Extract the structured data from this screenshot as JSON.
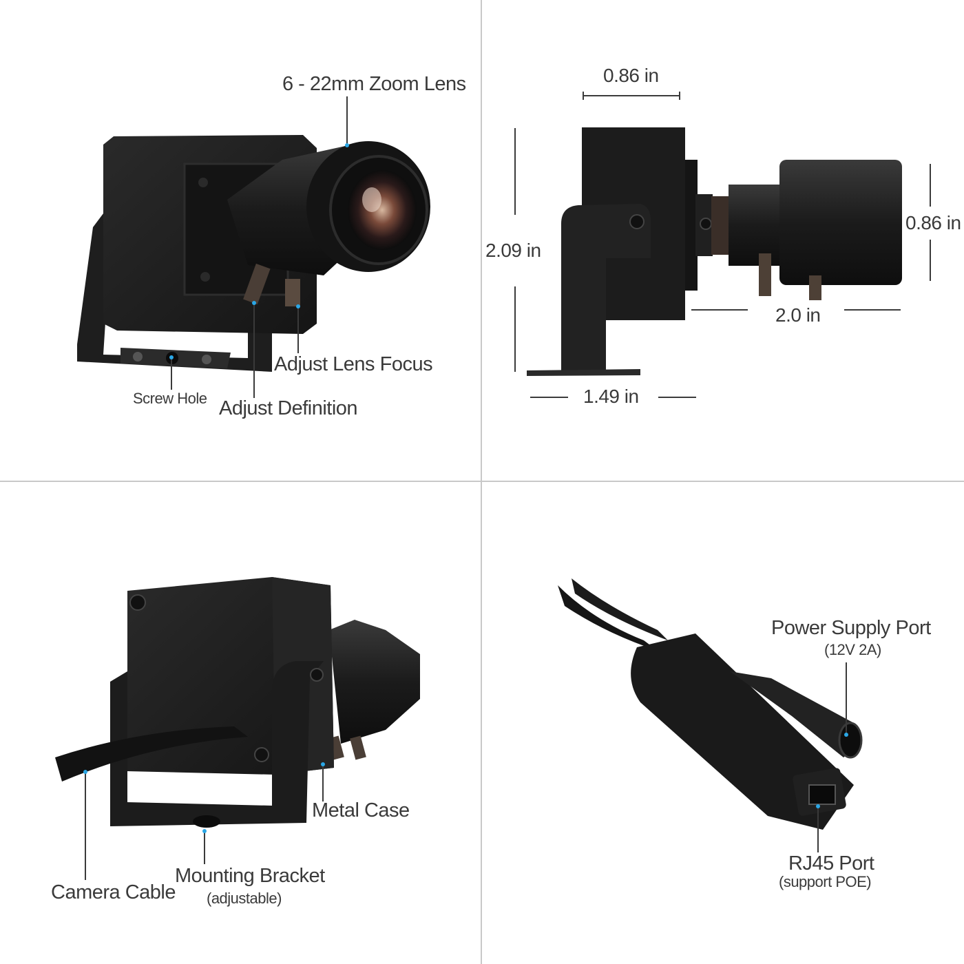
{
  "panel_top_left": {
    "zoom_lens": "6 - 22mm Zoom Lens",
    "screw_hole": "Screw Hole",
    "adjust_focus": "Adjust Lens Focus",
    "adjust_definition": "Adjust Definition"
  },
  "panel_top_right": {
    "width_top": "0.86 in",
    "height_left": "2.09 in",
    "lens_diameter": "0.86 in",
    "lens_length": "2.0 in",
    "base_width": "1.49 in"
  },
  "panel_bottom_left": {
    "metal_case": "Metal Case",
    "camera_cable": "Camera Cable",
    "mounting_bracket": "Mounting Bracket",
    "mounting_bracket_note": "(adjustable)"
  },
  "panel_bottom_right": {
    "power_port": "Power Supply Port",
    "power_port_note": "(12V 2A)",
    "rj45_port": "RJ45 Port",
    "rj45_note": "(support POE)"
  },
  "colors": {
    "background": "#ffffff",
    "divider": "#c8c8c8",
    "text": "#3a3a3a",
    "callout_dot": "#2aa7e6",
    "camera_body": "#1c1c1c"
  }
}
